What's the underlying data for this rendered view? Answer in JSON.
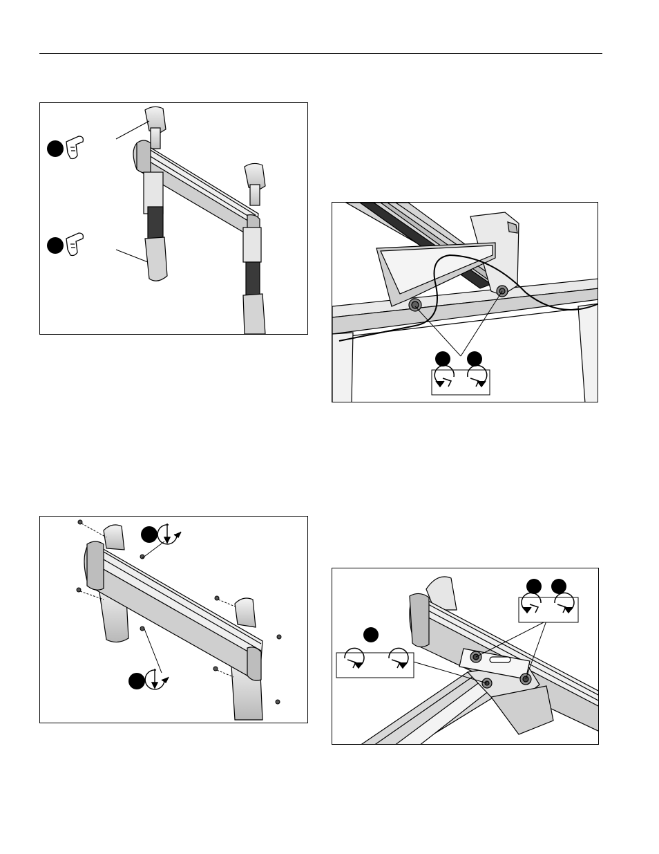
{
  "page": {
    "figures": [
      {
        "name": "figure-hand-tighten-wall-plates",
        "callouts": [
          "hand-icon",
          "hand-icon"
        ]
      },
      {
        "name": "figure-screwdriver-fasten-covers",
        "callouts": [
          "screwdriver-clockwise-icon",
          "screwdriver-clockwise-icon"
        ]
      },
      {
        "name": "figure-wrench-loosen-tighten-underside",
        "callouts": [
          "wrench-counterclockwise-icon",
          "wrench-clockwise-icon"
        ]
      },
      {
        "name": "figure-wrench-adjust-arm",
        "callouts": [
          "wrench-counterclockwise-icon",
          "wrench-clockwise-icon",
          "wrench-clockwise-icon",
          "wrench-clockwise-icon"
        ]
      }
    ]
  },
  "colors": {
    "ink": "#000000",
    "fill_dark": "#2b2b2b",
    "fill_mid": "#9a9a9a",
    "fill_light": "#d9d9d9",
    "paper": "#ffffff"
  }
}
